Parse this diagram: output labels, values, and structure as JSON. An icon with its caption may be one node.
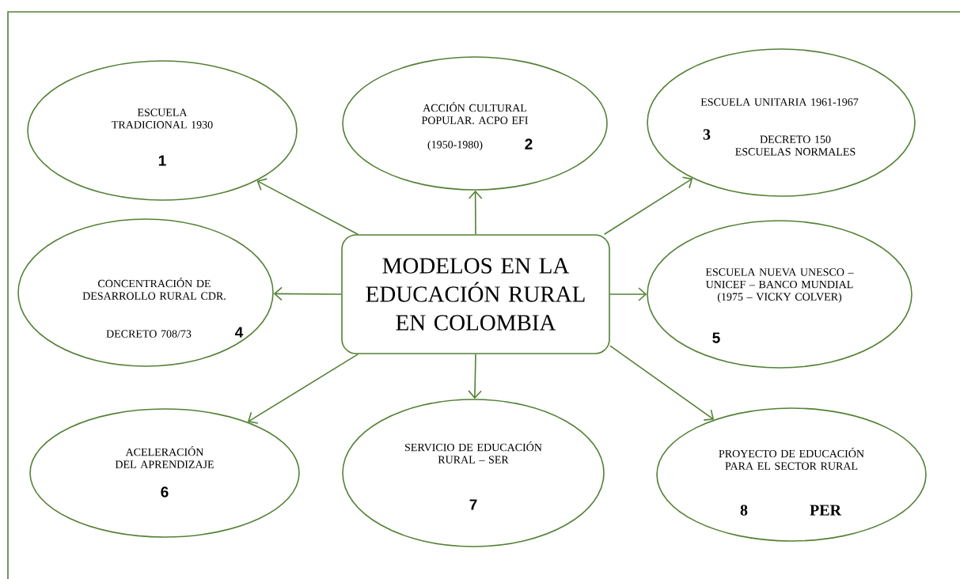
{
  "diagram": {
    "nodes": [
      {
        "text": [
          "MODELOS EN LA EDUCACIÓN RURAL EN COLOMBIA"
        ]
      },
      {
        "text": [
          "ESCUELA TRADICIONAL 1930",
          "1"
        ]
      },
      {
        "text": [
          "ACCIÓN CULTURAL POPULAR. ACPO EFI",
          "(1950-1980)",
          "2"
        ]
      },
      {
        "text": [
          "ESCUELA UNITARIA 1961-1967",
          "3",
          "DECRETO 150 ESCUELAS NORMALES"
        ]
      },
      {
        "text": [
          "CONCENTRACIÓN DE DESARROLLO RURAL CDR.",
          "DECRETO 708/73",
          "4"
        ]
      },
      {
        "text": [
          "ESCUELA NUEVA UNESCO – UNICEF – BANCO MUNDIAL (1975 – VICKY COLVER)",
          "5"
        ]
      },
      {
        "text": [
          "ACELERACIÓN DEL APRENDIZAJE",
          "6"
        ]
      },
      {
        "text": [
          "SERVICIO DE EDUCACIÓN RURAL – SER",
          "7"
        ]
      },
      {
        "text": [
          "PROYECTO DE EDUCACIÓN PARA EL SECTOR RURAL",
          "8",
          "PER"
        ]
      }
    ],
    "edges": [
      {
        "from": 0,
        "to": 1,
        "arrow": "to"
      },
      {
        "from": 0,
        "to": 2,
        "arrow": "to"
      },
      {
        "from": 0,
        "to": 3,
        "arrow": "to"
      },
      {
        "from": 0,
        "to": 4,
        "arrow": "to"
      },
      {
        "from": 0,
        "to": 5,
        "arrow": "to"
      },
      {
        "from": 0,
        "to": 6,
        "arrow": "to"
      },
      {
        "from": 0,
        "to": 7,
        "arrow": "to"
      },
      {
        "from": 0,
        "to": 8,
        "arrow": "to"
      }
    ]
  }
}
